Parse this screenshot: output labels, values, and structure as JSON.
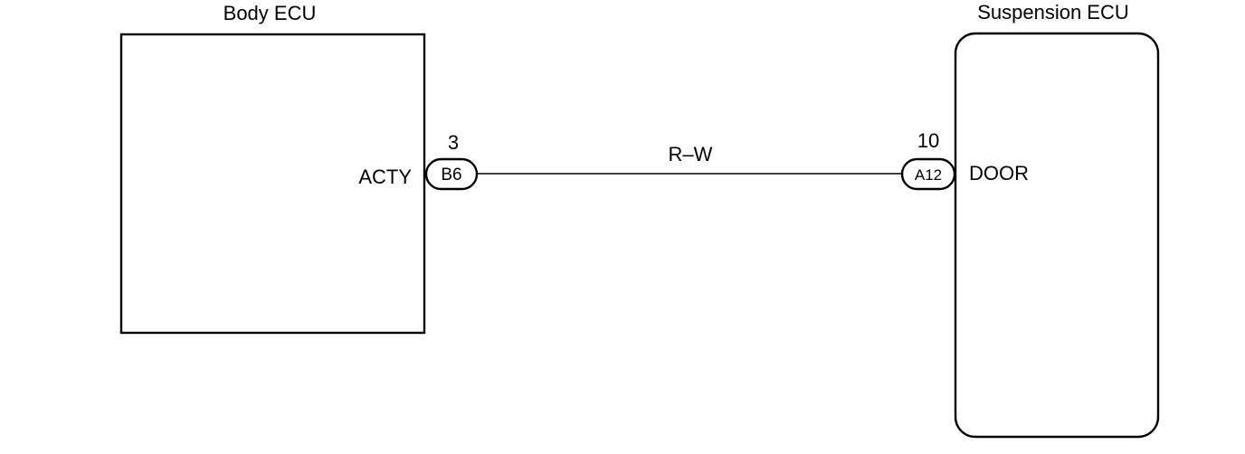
{
  "body_ecu": {
    "title": "Body ECU",
    "pin_label": "ACTY",
    "connector": {
      "code": "B6",
      "pin": "3"
    }
  },
  "suspension_ecu": {
    "title": "Suspension ECU",
    "pin_label": "DOOR",
    "connector": {
      "code": "A12",
      "pin": "10"
    }
  },
  "wire": {
    "color_code": "R–W"
  },
  "colors": {
    "ink": "#000000",
    "background": "#ffffff"
  }
}
